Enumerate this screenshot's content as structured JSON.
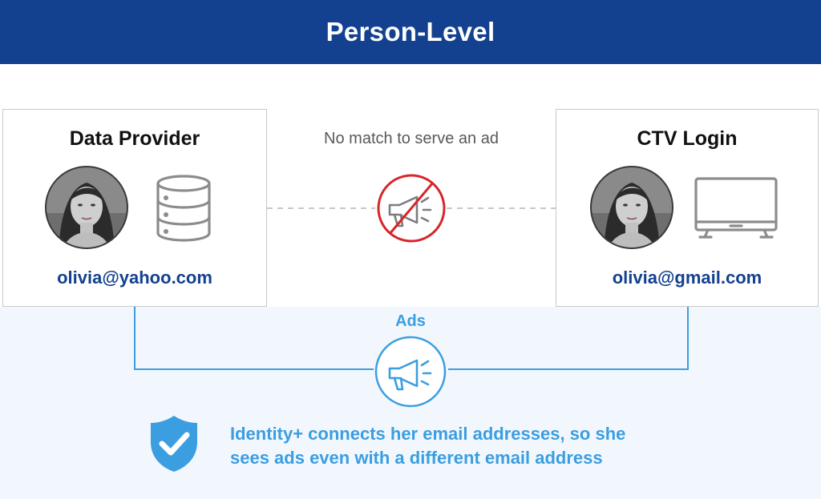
{
  "header": {
    "title": "Person-Level"
  },
  "data_provider": {
    "title": "Data Provider",
    "email": "olivia@yahoo.com",
    "icon": "database-icon"
  },
  "ctv_login": {
    "title": "CTV Login",
    "email": "olivia@gmail.com",
    "icon": "tv-icon"
  },
  "no_match": {
    "label": "No match to serve an ad",
    "icon": "no-ads-icon",
    "color": "#d6262c"
  },
  "ads": {
    "label": "Ads",
    "icon": "megaphone-icon",
    "color": "#3a9ee1"
  },
  "identity": {
    "line1": "Identity+ connects her email addresses, so she",
    "line2": "sees ads even with a different email address",
    "icon": "shield-check-icon"
  },
  "colors": {
    "header_bg": "#13418f",
    "email_text": "#13418f",
    "accent_blue": "#3a9ee1",
    "lower_bg": "#f2f7fd"
  }
}
